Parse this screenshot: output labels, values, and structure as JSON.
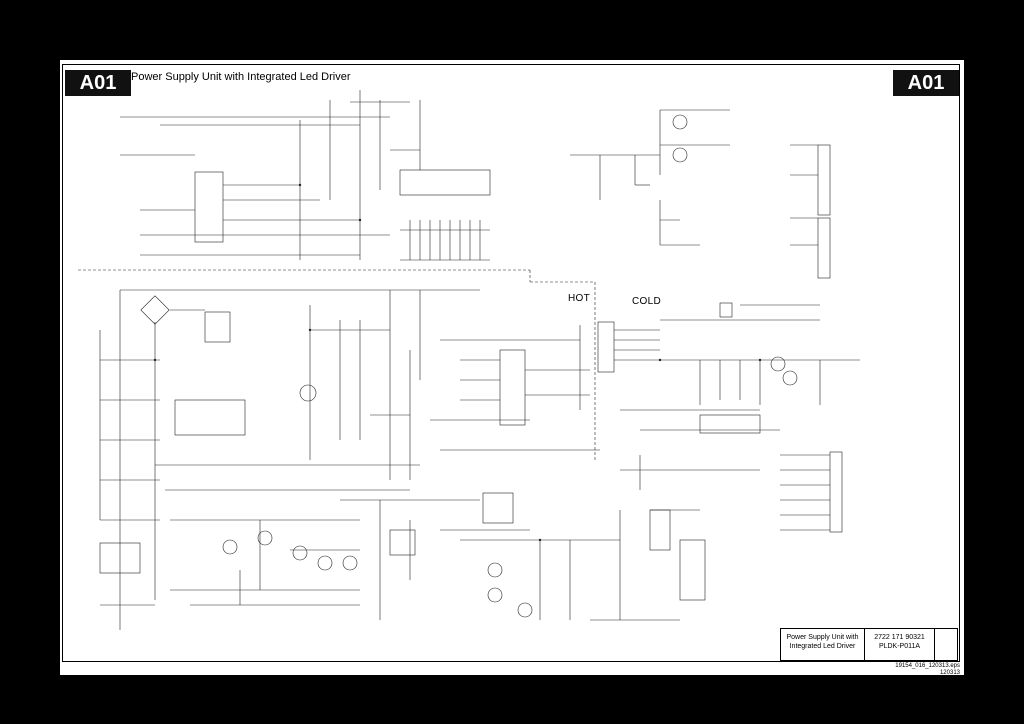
{
  "header": {
    "badge_left": "A01",
    "badge_right": "A01",
    "title": "Power Supply Unit with Integrated Led Driver"
  },
  "regions": {
    "hot": "HOT",
    "cold": "COLD"
  },
  "title_block": {
    "description_line1": "Power Supply Unit with",
    "description_line2": "Integrated Led Driver",
    "part_number": "2722 171 90321",
    "model": "PLDK-P011A"
  },
  "footer": {
    "file": "19154_016_120313.eps",
    "code": "120313"
  }
}
